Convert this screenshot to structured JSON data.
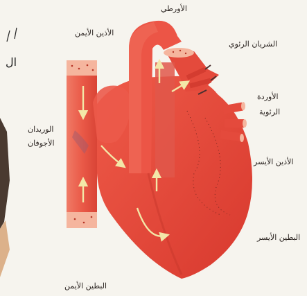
{
  "page_marks": {
    "top_left": "/ ı",
    "side": "ال"
  },
  "labels": {
    "aorta": "الأورطي",
    "right_atrium": "الأذين الأيمن",
    "pulmonary_artery": "الشريان الرئوي",
    "pulmonary_veins_1": "الأوردة",
    "pulmonary_veins_2": "الرئوية",
    "vena_cava_1": "الوريدان",
    "vena_cava_2": "الأجوفان",
    "left_atrium": "الأذين الأيسر",
    "left_ventricle": "البطين الأيسر",
    "right_ventricle": "البطين الأيمن"
  },
  "colors": {
    "heart_red": "#e8473a",
    "heart_dark": "#c8302a",
    "vessel_red": "#ec5546",
    "flow_arrow": "#f3e7a8",
    "background": "#f6f4ee",
    "dark_edge": "#4a3a30"
  }
}
